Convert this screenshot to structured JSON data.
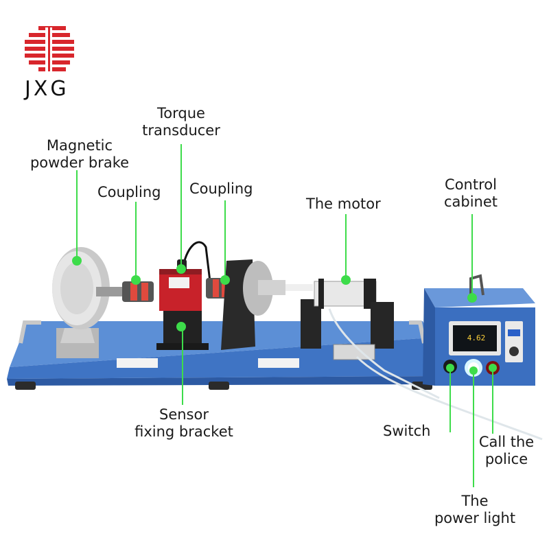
{
  "logo": {
    "text": "JXG",
    "color": "#d8262c"
  },
  "callout_color": "#3ddc4a",
  "labels": {
    "magnetic_brake": [
      "Magnetic",
      "powder brake"
    ],
    "torque_transducer": [
      "Torque",
      "transducer"
    ],
    "coupling_left": "Coupling",
    "coupling_right": "Coupling",
    "motor": "The motor",
    "control_cabinet": [
      "Control",
      "cabinet"
    ],
    "sensor_bracket": [
      "Sensor",
      "fixing bracket"
    ],
    "switch": "Switch",
    "call_police": [
      "Call the",
      "police"
    ],
    "power_light": [
      "The",
      "power light"
    ]
  },
  "screen": {
    "reading": "4.62"
  },
  "colors": {
    "base_plate": "#3f74c4",
    "cabinet": "#3b6fc0",
    "transducer": "#c8222a"
  }
}
